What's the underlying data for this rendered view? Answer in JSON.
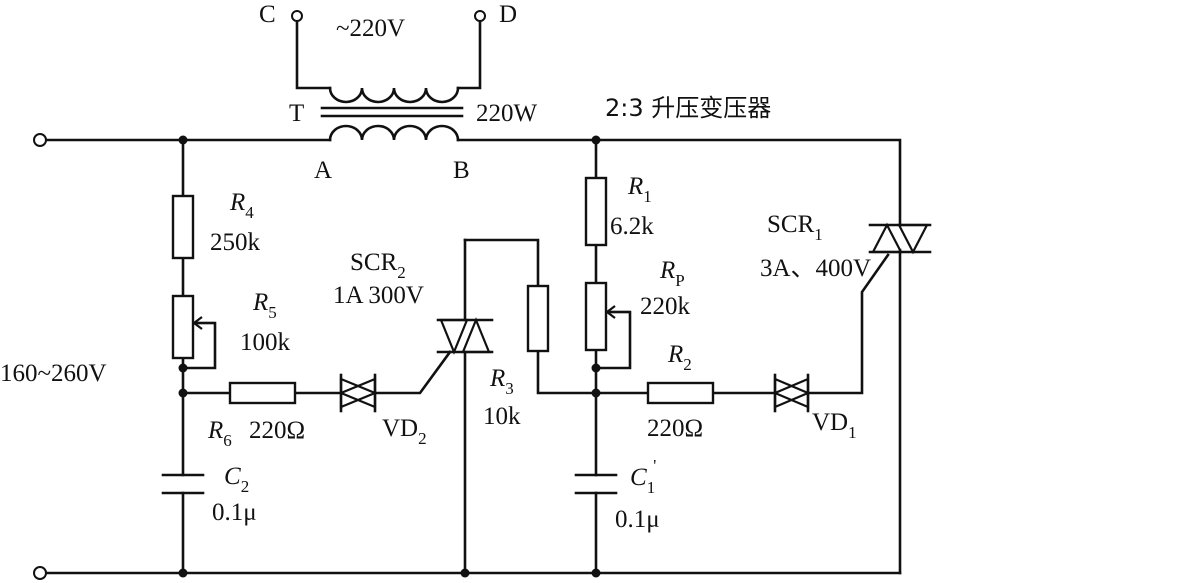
{
  "terminals": {
    "c": "C",
    "d": "D"
  },
  "transformer": {
    "secondary_voltage": "~220V",
    "ref": "T",
    "power": "220W",
    "note": "2:3 升压变压器",
    "tap_a": "A",
    "tap_b": "B"
  },
  "input_voltage": "160~260V",
  "r4": {
    "letter": "R",
    "sub": "4",
    "value": "250k"
  },
  "r5": {
    "letter": "R",
    "sub": "5",
    "value": "100k"
  },
  "r6": {
    "letter": "R",
    "sub": "6",
    "value": "220Ω"
  },
  "c2": {
    "letter": "C",
    "sub": "2",
    "value": "0.1μ"
  },
  "vd2": {
    "letter": "VD",
    "sub": "2"
  },
  "scr2": {
    "letter": "SCR",
    "sub": "2",
    "rating": "1A  300V"
  },
  "r3": {
    "letter": "R",
    "sub": "3",
    "value": "10k"
  },
  "r1": {
    "letter": "R",
    "sub": "1",
    "value": "6.2k"
  },
  "rp": {
    "letter": "R",
    "sub": "P",
    "value": "220k"
  },
  "r2": {
    "letter": "R",
    "sub": "2",
    "value": "220Ω"
  },
  "c1": {
    "letter": "C",
    "sub": "1",
    "sup": "'",
    "value": "0.1μ"
  },
  "vd1": {
    "letter": "VD",
    "sub": "1"
  },
  "scr1": {
    "letter": "SCR",
    "sub": "1",
    "rating": "3A、400V"
  }
}
